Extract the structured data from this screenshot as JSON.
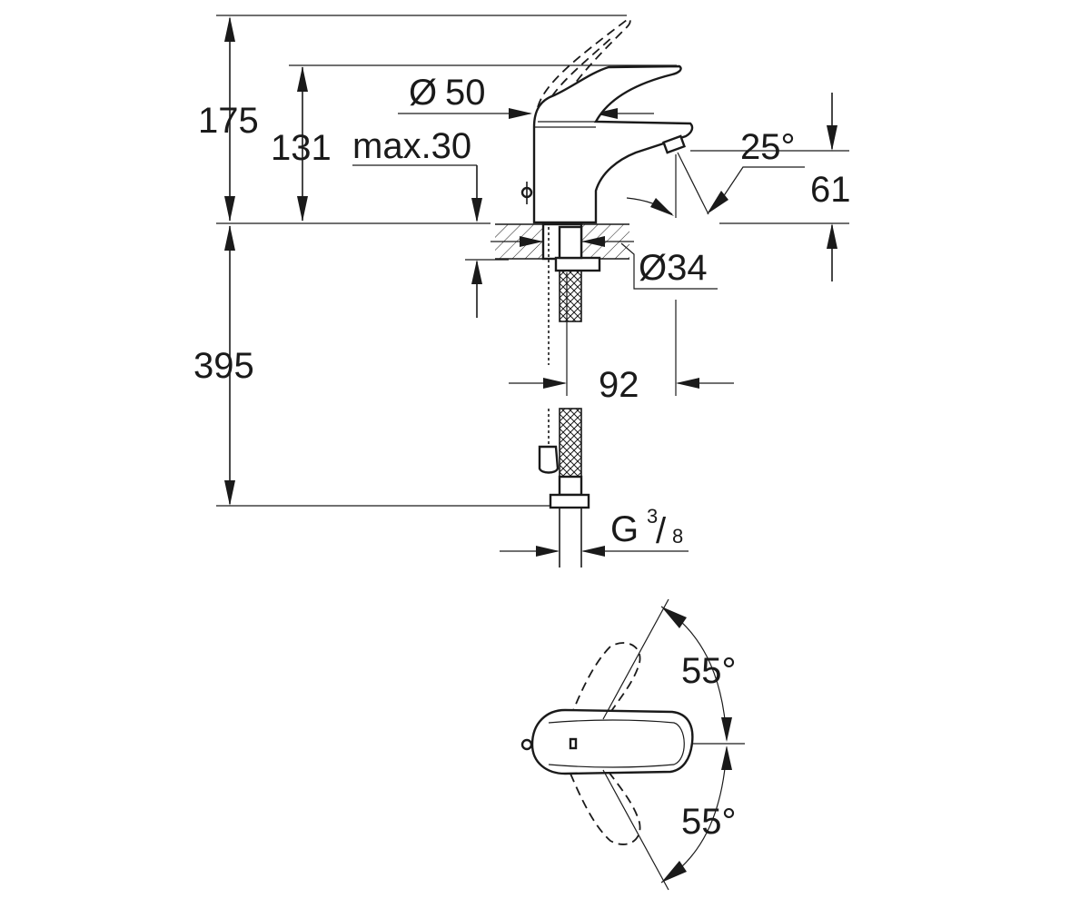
{
  "dimensions": {
    "total_height": "175",
    "spout_height": "131",
    "max_thickness": "max.30",
    "lever_diameter_symbol": "Ø",
    "lever_diameter_value": "50",
    "aerator_angle": "25°",
    "aerator_height": "61",
    "mount_diameter": "Ø34",
    "hose_length": "395",
    "reach": "92",
    "connection_thread": "G",
    "thread_numerator": "3",
    "thread_slash": "/",
    "thread_denominator": "8",
    "rotation_left": "55°",
    "rotation_right": "55°"
  }
}
